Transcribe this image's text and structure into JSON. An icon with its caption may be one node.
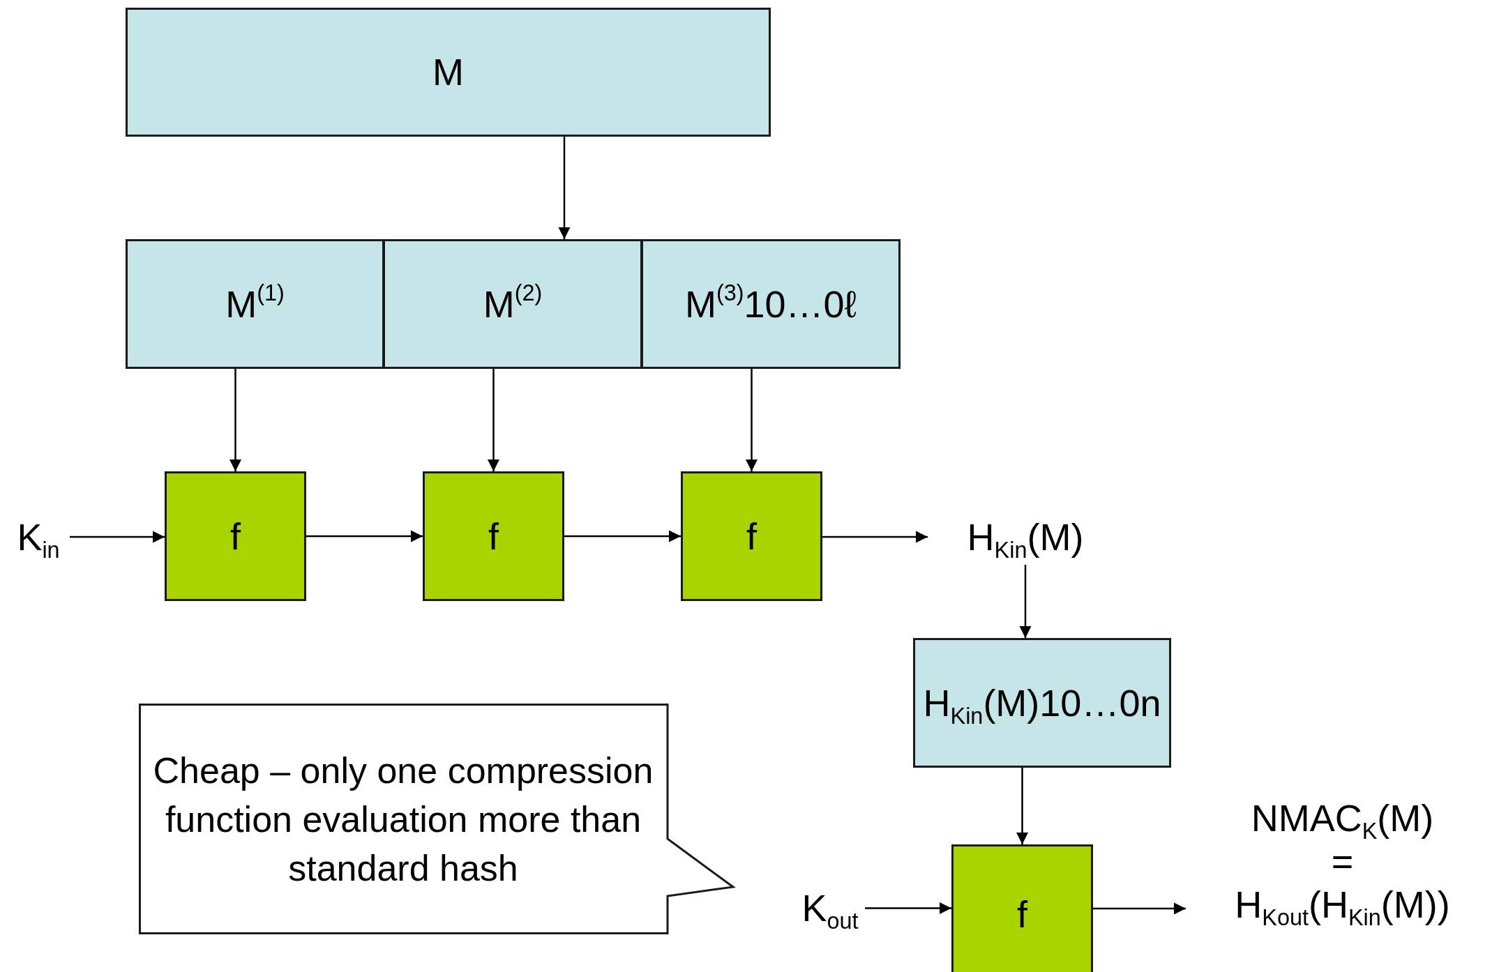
{
  "diagram": {
    "nodes": [
      {
        "text": [
          "M"
        ]
      },
      {
        "text": [
          "M$^{(1)}$"
        ]
      },
      {
        "text": [
          "M$^{(2)}$"
        ]
      },
      {
        "text": [
          "M$^{(3)}$10…0ℓ"
        ]
      },
      {
        "text": [
          "f"
        ]
      },
      {
        "text": [
          "f"
        ]
      },
      {
        "text": [
          "f"
        ]
      },
      {
        "text": [
          "K$_{in}$"
        ]
      },
      {
        "text": [
          "H$_{Kin}$(M)"
        ]
      },
      {
        "text": [
          "H$_{Kin}$(M)10…0n"
        ]
      },
      {
        "text": [
          "K$_{out}$"
        ]
      },
      {
        "text": [
          "f"
        ]
      },
      {
        "text": [
          "NMAC$_{K}$(M)",
          "=",
          "H$_{Kout}$(H$_{Kin}$(M))"
        ]
      },
      {
        "text": [
          "Cheap – only one compression function evaluation more than standard hash"
        ]
      }
    ],
    "edges": [
      {
        "from": 0,
        "to": 2,
        "arrow": "to"
      },
      {
        "from": 1,
        "to": 4,
        "arrow": "to"
      },
      {
        "from": 2,
        "to": 5,
        "arrow": "to"
      },
      {
        "from": 3,
        "to": 6,
        "arrow": "to"
      },
      {
        "from": 7,
        "to": 4,
        "arrow": "to"
      },
      {
        "from": 4,
        "to": 5,
        "arrow": "to"
      },
      {
        "from": 5,
        "to": 6,
        "arrow": "to"
      },
      {
        "from": 6,
        "to": 8,
        "arrow": "to"
      },
      {
        "from": 8,
        "to": 9,
        "arrow": "to"
      },
      {
        "from": 10,
        "to": 11,
        "arrow": "to"
      },
      {
        "from": 9,
        "to": 11,
        "arrow": "to"
      },
      {
        "from": 11,
        "to": 12,
        "arrow": "to"
      }
    ]
  }
}
